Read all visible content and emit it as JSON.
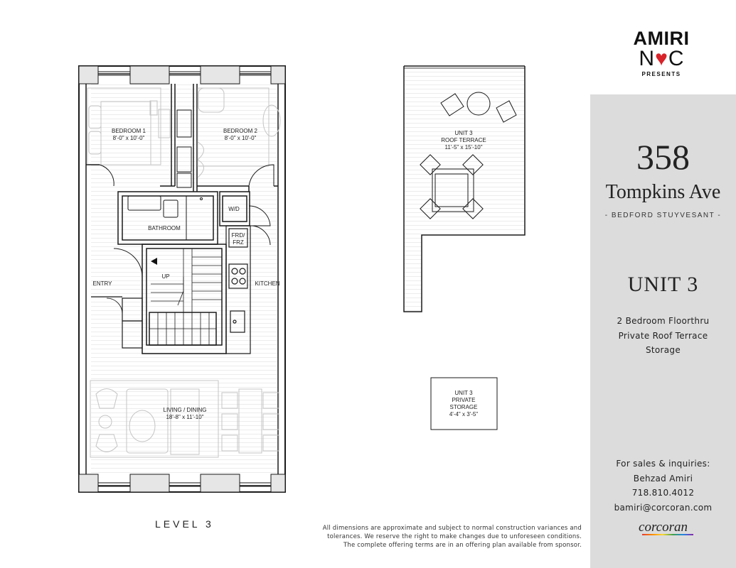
{
  "brand": {
    "top": "AMIRI",
    "mid_left": "N",
    "mid_heart": "♥",
    "mid_right": "C",
    "sub": "PRESENTS"
  },
  "address": {
    "number": "358",
    "street": "Tompkins Ave",
    "neighborhood": "- BEDFORD STUYVESANT -"
  },
  "unit_title": "UNIT 3",
  "features": [
    "2 Bedroom Floorthru",
    "Private Roof Terrace",
    "Storage"
  ],
  "contact": {
    "heading": "For sales & inquiries:",
    "name": "Behzad Amiri",
    "phone": "718.810.4012",
    "email": "bamiri@corcoran.com"
  },
  "logo_text": "corcoran",
  "level_label": "LEVEL 3",
  "disclaimer": [
    "All dimensions are approximate and subject to normal construction variances and",
    "tolerances. We reserve the right to make changes due to unforeseen conditions.",
    "The complete offering terms are in an offering plan available from sponsor."
  ],
  "rooms": {
    "bedroom1": {
      "name": "BEDROOM 1",
      "dims": "8'-0\" x 10'-0\""
    },
    "bedroom2": {
      "name": "BEDROOM 2",
      "dims": "8'-0\" x 10'-0\""
    },
    "bathroom": "BATHROOM",
    "wd": "W/D",
    "frd": "FRD/",
    "frz": "FRZ",
    "up": "UP",
    "entry": "ENTRY",
    "kitchen": "KITCHEN",
    "living": {
      "name": "LIVING / DINING",
      "dims": "18'-8\" x 11'-10\""
    }
  },
  "terrace": {
    "line1": "UNIT 3",
    "line2": "ROOF TERRACE",
    "dims": "11'-5\" x 15'-10\""
  },
  "storage": {
    "line1": "UNIT 3",
    "line2": "PRIVATE",
    "line3": "STORAGE",
    "dims": "4'-4\" x 3'-5\""
  },
  "colors": {
    "sidebar": "#dcdcdc",
    "heart": "#d8232a",
    "wall": "#1a1a1a",
    "window": "#e6e6e6"
  }
}
